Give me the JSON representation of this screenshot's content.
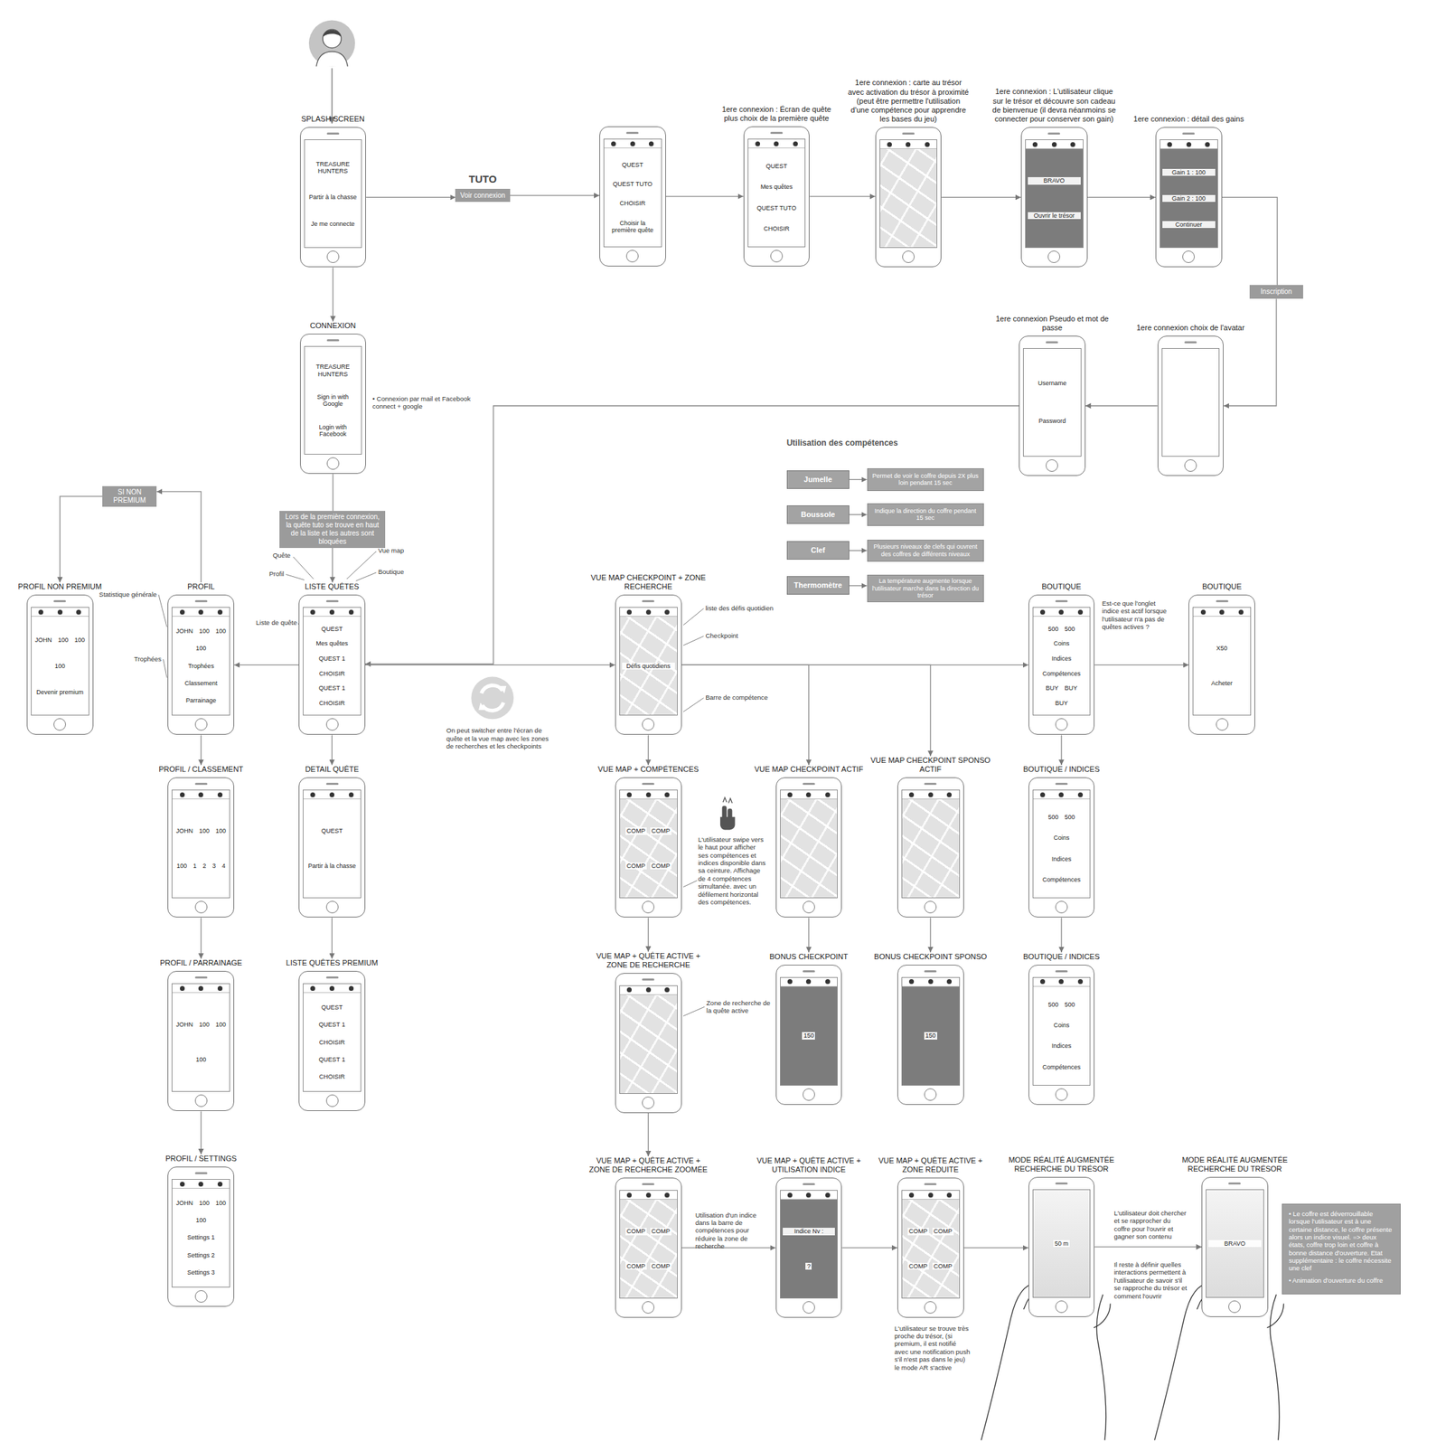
{
  "diagram": {
    "nodes": [
      {
        "text": [
          "SPLASH SCREEN",
          "TREASURE HUNTERS",
          "Partir à la chasse",
          "Je me connecte"
        ]
      },
      {
        "text": [
          "TUTO",
          "Voir connexion"
        ]
      },
      {
        "text": [
          "QUEST",
          "QUEST TUTO",
          "CHOISIR",
          "Choisir la première quête"
        ]
      },
      {
        "text": [
          "1ere connexion : Écran de quête plus choix de la première quête",
          "QUEST",
          "Mes quêtes",
          "QUEST TUTO",
          "CHOISIR"
        ]
      },
      {
        "text": [
          "1ere connexion : carte au trésor avec activation du trésor à proximité (peut être permettre l'utilisation d'une compétence pour apprendre les bases du jeu)"
        ]
      },
      {
        "text": [
          "1ere connexion : L'utilisateur clique sur le trésor et découvre son cadeau de bienvenue (il devra néanmoins se connecter pour conserver son gain)",
          "BRAVO",
          "Ouvrir le trésor"
        ]
      },
      {
        "text": [
          "1ere connexion : détail des gains",
          "Gain 1 : 100",
          "Gain 2 : 100",
          "Continuer"
        ]
      },
      {
        "text": [
          "Inscription"
        ]
      },
      {
        "text": [
          "1ere connexion choix de l'avatar"
        ]
      },
      {
        "text": [
          "1ere connexion Pseudo et mot de passe",
          "Username",
          "Password"
        ]
      },
      {
        "text": [
          "CONNEXION",
          "TREASURE HUNTERS",
          "Sign in with Google",
          "Login with Facebook"
        ]
      },
      {
        "text": [
          "Lors de la première connexion, la quête tuto se trouve en haut de la liste et les autres sont bloquées"
        ]
      },
      {
        "text": [
          "LISTE QUÊTES",
          "QUEST",
          "Mes quêtes",
          "QUEST 1",
          "CHOISIR",
          "QUEST 1",
          "CHOISIR"
        ]
      },
      {
        "text": [
          "SI NON PREMIUM"
        ]
      },
      {
        "text": [
          "PROFIL",
          "JOHN",
          "100",
          "100",
          "100",
          "Trophées",
          "Classement",
          "Parrainage"
        ]
      },
      {
        "text": [
          "PROFIL NON PREMIUM",
          "JOHN",
          "100",
          "100",
          "100",
          "Devenir premium"
        ]
      },
      {
        "text": [
          "PROFIL / CLASSEMENT",
          "JOHN",
          "100",
          "100",
          "100",
          "1",
          "2",
          "3",
          "4"
        ]
      },
      {
        "text": [
          "PROFIL / PARRAINAGE",
          "JOHN",
          "100",
          "100",
          "100"
        ]
      },
      {
        "text": [
          "PROFIL / SETTINGS",
          "JOHN",
          "100",
          "100",
          "100",
          "Settings 1",
          "Settings 2",
          "Settings 3"
        ]
      },
      {
        "text": [
          "DETAIL QUÊTE",
          "QUEST",
          "Partir à la chasse"
        ]
      },
      {
        "text": [
          "LISTE QUÊTES PREMIUM",
          "QUEST",
          "QUEST 1",
          "CHOISIR",
          "QUEST 1",
          "CHOISIR"
        ]
      },
      {
        "text": [
          "VUE MAP CHECKPOINT + ZONE RECHERCHE",
          "Défis quotidiens"
        ]
      },
      {
        "text": [
          "VUE MAP + COMPÉTENCES",
          "COMP",
          "COMP",
          "COMP",
          "COMP"
        ]
      },
      {
        "text": [
          "VUE MAP + QUÊTE ACTIVE + ZONE DE RECHERCHE"
        ]
      },
      {
        "text": [
          "VUE MAP + QUÊTE ACTIVE + ZONE DE RECHERCHE ZOOMÉE",
          "COMP",
          "COMP",
          "COMP",
          "COMP"
        ]
      },
      {
        "text": [
          "VUE MAP CHECKPOINT ACTIF"
        ]
      },
      {
        "text": [
          "BONUS CHECKPOINT",
          "150"
        ]
      },
      {
        "text": [
          "VUE MAP CHECKPOINT SPONSO ACTIF"
        ]
      },
      {
        "text": [
          "BONUS CHECKPOINT SPONSO",
          "150"
        ]
      },
      {
        "text": [
          "BOUTIQUE",
          "500",
          "500",
          "Coins",
          "Indices",
          "Compétences",
          "BUY",
          "BUY",
          "BUY"
        ]
      },
      {
        "text": [
          "BOUTIQUE",
          "X50",
          "Acheter"
        ]
      },
      {
        "text": [
          "BOUTIQUE / INDICES",
          "500",
          "500",
          "Coins",
          "Indices",
          "Compétences"
        ]
      },
      {
        "text": [
          "BOUTIQUE / INDICES",
          "500",
          "500",
          "Coins",
          "Indices",
          "Compétences"
        ]
      },
      {
        "text": [
          "VUE MAP + QUÊTE ACTIVE + UTILISATION INDICE",
          "Indice Nv :",
          "?"
        ]
      },
      {
        "text": [
          "VUE MAP + QUÊTE ACTIVE + ZONE RÉDUITE",
          "COMP",
          "COMP",
          "COMP",
          "COMP"
        ]
      },
      {
        "text": [
          "MODE RÉALITÉ AUGMENTÉE RECHERCHE DU TRÉSOR",
          "50 m"
        ]
      },
      {
        "text": [
          "MODE RÉALITÉ AUGMENTÉE RECHERCHE DU TRÉSOR",
          "BRAVO"
        ]
      },
      {
        "text": [
          "• Le coffre est déverrouillable lorsque l'utilisateur est à une certaine distance, le coffre présente alors un indice visuel. => deux états, coffre trop loin et coffre à bonne distance d'ouverture. Etat supplémentaire : le coffre nécessite une clef",
          "• Animation d'ouverture du coffre"
        ]
      },
      {
        "text": [
          "Jumelle"
        ]
      },
      {
        "text": [
          "Permet de voir le coffre depuis 2X plus loin pendant 15 sec"
        ]
      },
      {
        "text": [
          "Boussole"
        ]
      },
      {
        "text": [
          "Indique la direction du coffre pendant 15 sec"
        ]
      },
      {
        "text": [
          "Clef"
        ]
      },
      {
        "text": [
          "Plusieurs niveaux de clefs qui ouvrent des coffres de différents niveaux"
        ]
      },
      {
        "text": [
          "Thermomètre"
        ]
      },
      {
        "text": [
          "La température augmente lorsque l'utilisateur marche dans la direction du trésor"
        ]
      }
    ],
    "edges": [
      {
        "from": 0,
        "to": 1,
        "arrow": "to"
      },
      {
        "from": 1,
        "to": 2,
        "arrow": "to"
      },
      {
        "from": 2,
        "to": 3,
        "arrow": "to"
      },
      {
        "from": 3,
        "to": 4,
        "arrow": "to"
      },
      {
        "from": 4,
        "to": 5,
        "arrow": "to"
      },
      {
        "from": 5,
        "to": 6,
        "arrow": "to"
      },
      {
        "from": 6,
        "to": 7,
        "arrow": "none"
      },
      {
        "from": 7,
        "to": 8,
        "arrow": "to"
      },
      {
        "from": 8,
        "to": 9,
        "arrow": "to"
      },
      {
        "from": 9,
        "to": 12,
        "arrow": "to"
      },
      {
        "from": 0,
        "to": 10,
        "arrow": "to"
      },
      {
        "from": 10,
        "to": 11,
        "arrow": "none"
      },
      {
        "from": 11,
        "to": 12,
        "arrow": "to"
      },
      {
        "from": 12,
        "to": 14,
        "arrow": "to"
      },
      {
        "from": 14,
        "to": 13,
        "arrow": "to"
      },
      {
        "from": 13,
        "to": 15,
        "arrow": "to"
      },
      {
        "from": 14,
        "to": 16,
        "arrow": "to"
      },
      {
        "from": 16,
        "to": 17,
        "arrow": "to"
      },
      {
        "from": 17,
        "to": 18,
        "arrow": "to"
      },
      {
        "from": 12,
        "to": 19,
        "arrow": "to"
      },
      {
        "from": 19,
        "to": 20,
        "arrow": "to"
      },
      {
        "from": 12,
        "to": 21,
        "arrow": "to"
      },
      {
        "from": 21,
        "to": 22,
        "arrow": "to"
      },
      {
        "from": 22,
        "to": 23,
        "arrow": "to"
      },
      {
        "from": 23,
        "to": 24,
        "arrow": "to"
      },
      {
        "from": 21,
        "to": 25,
        "arrow": "to"
      },
      {
        "from": 21,
        "to": 27,
        "arrow": "to"
      },
      {
        "from": 21,
        "to": 29,
        "arrow": "to"
      },
      {
        "from": 25,
        "to": 26,
        "arrow": "to"
      },
      {
        "from": 27,
        "to": 28,
        "arrow": "to"
      },
      {
        "from": 29,
        "to": 30,
        "arrow": "to"
      },
      {
        "from": 29,
        "to": 31,
        "arrow": "to"
      },
      {
        "from": 31,
        "to": 32,
        "arrow": "to"
      },
      {
        "from": 24,
        "to": 33,
        "arrow": "to"
      },
      {
        "from": 33,
        "to": 34,
        "arrow": "to"
      },
      {
        "from": 34,
        "to": 35,
        "arrow": "to"
      },
      {
        "from": 35,
        "to": 36,
        "arrow": "to"
      },
      {
        "from": 38,
        "to": 39,
        "arrow": "to"
      },
      {
        "from": 40,
        "to": 41,
        "arrow": "to"
      },
      {
        "from": 42,
        "to": 43,
        "arrow": "to"
      },
      {
        "from": 44,
        "to": 45,
        "arrow": "to"
      }
    ],
    "labels": [
      "Quête",
      "Profil",
      "Vue map",
      "Boutique",
      "Liste de quête",
      "Statistique générale",
      "Trophées",
      "• Connexion par mail et Facebook connect + google",
      "Utilisation des compétences",
      "On peut switcher entre l'écran de quête et la vue map avec les zones de recherches et les checkpoints",
      "liste des défis quotidien",
      "Checkpoint",
      "Barre de compétence",
      "L'utilisateur swipe vers le haut pour afficher ses compétences et indices disponible dans sa ceinture. Affichage de 4 compétences simultanée. avec un défilement horizontal des compétences.",
      "Zone de recherche de la quête active",
      "Utilisation d'un indice dans la barre de compétences pour réduire la zone de recherche",
      "L'utilisateur se trouve très proche du trésor, (si premium, il est notifié avec une notification push s'il n'est pas dans le jeu) le mode AR s'active",
      "L'utilisateur doit chercher et se rapprocher du coffre pour l'ouvrir et gagner son contenu",
      "Il reste à définir quelles interactions permettent à l'utilisateur de savoir s'il se rapproche du trésor et comment l'ouvrir",
      "Est-ce que l'onglet indice est actif lorsque l'utilisateur n'a pas de quêtes actives ?"
    ]
  }
}
